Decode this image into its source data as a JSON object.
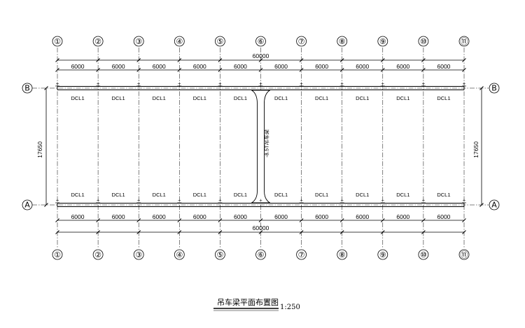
{
  "grid_columns": [
    "①",
    "②",
    "③",
    "④",
    "⑤",
    "⑥",
    "⑦",
    "⑧",
    "⑨",
    "⑩",
    "⑪"
  ],
  "grid_rows": {
    "top": "B",
    "bottom": "A"
  },
  "dimensions": {
    "bay": "6000",
    "bay_count": 10,
    "total": "60000",
    "span": "17650"
  },
  "beam_label": "DCL1",
  "center_member_label": "-8.5T吊车梁",
  "title": "吊车梁平面布置图",
  "scale": "1:250"
}
